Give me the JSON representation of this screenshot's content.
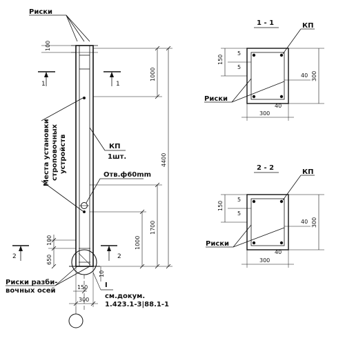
{
  "labels": {
    "riski_top": "Риски",
    "riski_11": "Риски",
    "riski_22": "Риски",
    "riski_axes_line1": "Риски разби-",
    "riski_axes_line2": "вочных осей",
    "mesta_line1": "Места установки",
    "mesta_line2": "строповочных",
    "mesta_line3": "устройств",
    "kp_main": "КП",
    "kp_qty": "1шт.",
    "hole": "Отв.ф60mm",
    "see_doc_line1": "см.докум.",
    "see_doc_line2": "1.423.1-3|88.1-1",
    "node_num": "I",
    "section_11_title": "1 - 1",
    "section_22_title": "2 - 2",
    "kp_11": "КП",
    "kp_22": "КП",
    "cut_1": "1",
    "cut_2": "2"
  },
  "dims_main": {
    "top_offset": "100",
    "d1000_upper": "1000",
    "total": "4400",
    "d1700": "1700",
    "d1000_lower": "1000",
    "d100_lower": "100",
    "d650": "650",
    "d10": "10",
    "d150": "150",
    "d300": "300"
  },
  "dims_11": {
    "d150": "150",
    "d5_a": "5",
    "d5_b": "5",
    "d40": "40",
    "d40_b": "40",
    "d300_v": "300",
    "d300_h": "300"
  },
  "dims_22": {
    "d150": "150",
    "d5_a": "5",
    "d5_b": "5",
    "d40": "40",
    "d40_b": "40",
    "d300_v": "300",
    "d300_h": "300"
  }
}
